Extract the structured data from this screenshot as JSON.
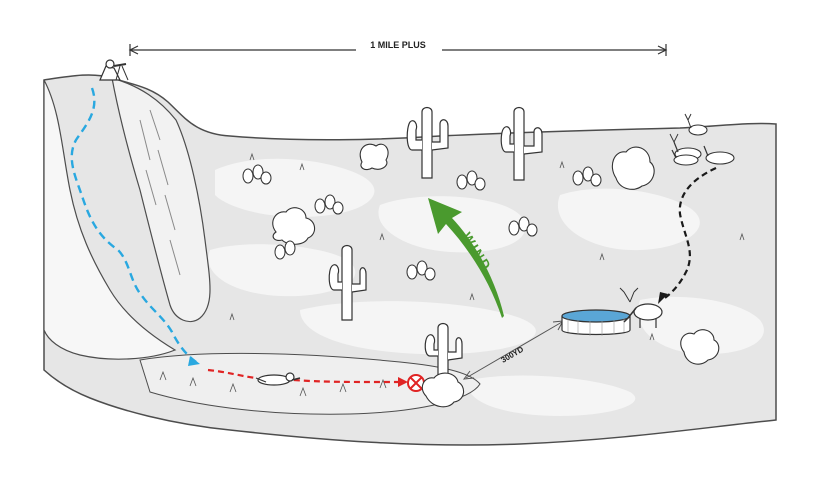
{
  "labels": {
    "distance_top": "1 MILE PLUS",
    "wind": "WIND",
    "distance_shot": "300YD"
  },
  "colors": {
    "background": "#ffffff",
    "terrain_fill": "#e6e6e6",
    "terrain_stroke": "#4d4d4d",
    "light_patch": "#f5f5f5",
    "hunter_stalk_path": "#29a8e0",
    "hunter_crawl_path": "#e02424",
    "elk_path": "#1a1a1a",
    "wind_arrow": "#4a9a2e",
    "water": "#5aa6d6",
    "target_mark": "#e02424",
    "line_dark": "#333333"
  },
  "icons": [
    "hunter-glassing-icon",
    "hunter-crawling-icon",
    "shooting-position-icon",
    "elk-herd-icon",
    "elk-drinking-icon",
    "water-tank-icon",
    "saguaro-cactus-icon",
    "shrub-icon",
    "prickly-pear-icon"
  ]
}
